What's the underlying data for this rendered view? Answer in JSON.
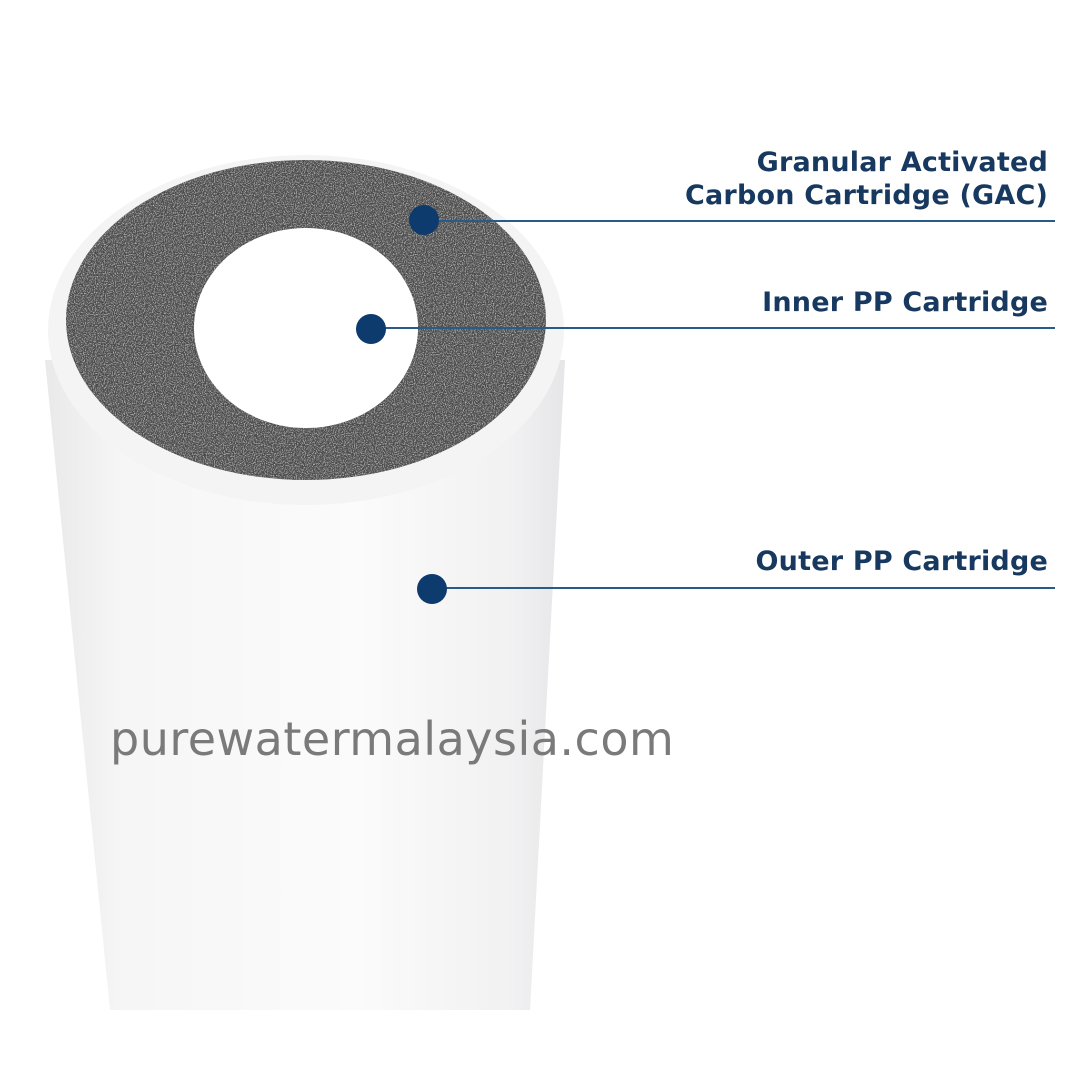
{
  "labels": {
    "gac_line1": "Granular Activated",
    "gac_line2": "Carbon Cartridge (GAC)",
    "inner_pp": "Inner PP Cartridge",
    "outer_pp": "Outer PP Cartridge"
  },
  "watermark": "purewatermalaysia.com",
  "colors": {
    "label_text": "#17395f",
    "marker": "#0d3b6e",
    "leader_line": "#2a5a8a",
    "carbon": "#4a4a4a"
  }
}
